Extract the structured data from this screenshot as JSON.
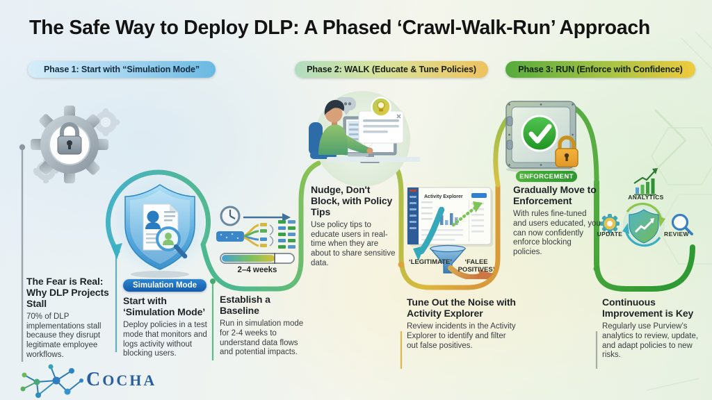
{
  "title": "The Safe Way to Deploy DLP: A Phased ‘Crawl-Walk-Run’ Approach",
  "phases": [
    {
      "label": "Phase 1: Start with “Simulation Mode”"
    },
    {
      "label": "Phase 2: WALK (Educate & Tune Policies)"
    },
    {
      "label": "Phase 3: RUN (Enforce with Confidence)"
    }
  ],
  "stages": [
    {
      "heading": "The Fear is Real: Why DLP Projects Stall",
      "body": "70% of DLP implementations stall because they disrupt legitimate employee workflows."
    },
    {
      "badge": "Simulation Mode",
      "heading": "Start with ‘Simulation Mode’",
      "body": "Deploy policies in a test mode that monitors and logs activity without blocking users."
    },
    {
      "heading": "Establish a Baseline",
      "body": "Run in simulation mode for 2-4 weeks to understand data flows and potential impacts.",
      "caption": "2–4 weeks"
    },
    {
      "heading": "Nudge, Don't Block, with Policy Tips",
      "body": "Use policy tips to educate users in real-time when they are about to share sensitive data."
    },
    {
      "heading": "Tune Out the Noise with Activity Explorer",
      "body": "Review incidents in the Activity Explorer to identify and filter out false positives.",
      "window_title": "Activity Explorer",
      "label_left": "‘LEGITIMATE’",
      "label_right": "‘FALEE POSITIVES’"
    },
    {
      "badge": "ENFORCEMENT",
      "heading": "Gradually Move to Enforcement",
      "body": "With rules fine-tuned and users educated, you can now confidently enforce blocking policies."
    },
    {
      "heading": "Continuous Improvement is Key",
      "body": "Regularly use Purview’s analytics to review, update, and adapt policies to new risks.",
      "cycle": [
        "ANALYTICS",
        "UPDATE",
        "REVIEW"
      ]
    }
  ],
  "logo": {
    "text": "COCHA"
  },
  "colors": {
    "phase1_start": "#d6edf9",
    "phase1_end": "#6ab8e2",
    "phase2_start": "#b2dcc0",
    "phase2_end": "#eec25e",
    "phase3_start": "#55ab3d",
    "phase3_end": "#efca3e",
    "path_teal": "#3fb0c0",
    "path_green": "#4aa83e",
    "path_yellow": "#e2b33a",
    "badge_blue": "#1a6fc4",
    "enforcement_green": "#3fa32f",
    "logo_blue": "#2a5f9e"
  }
}
